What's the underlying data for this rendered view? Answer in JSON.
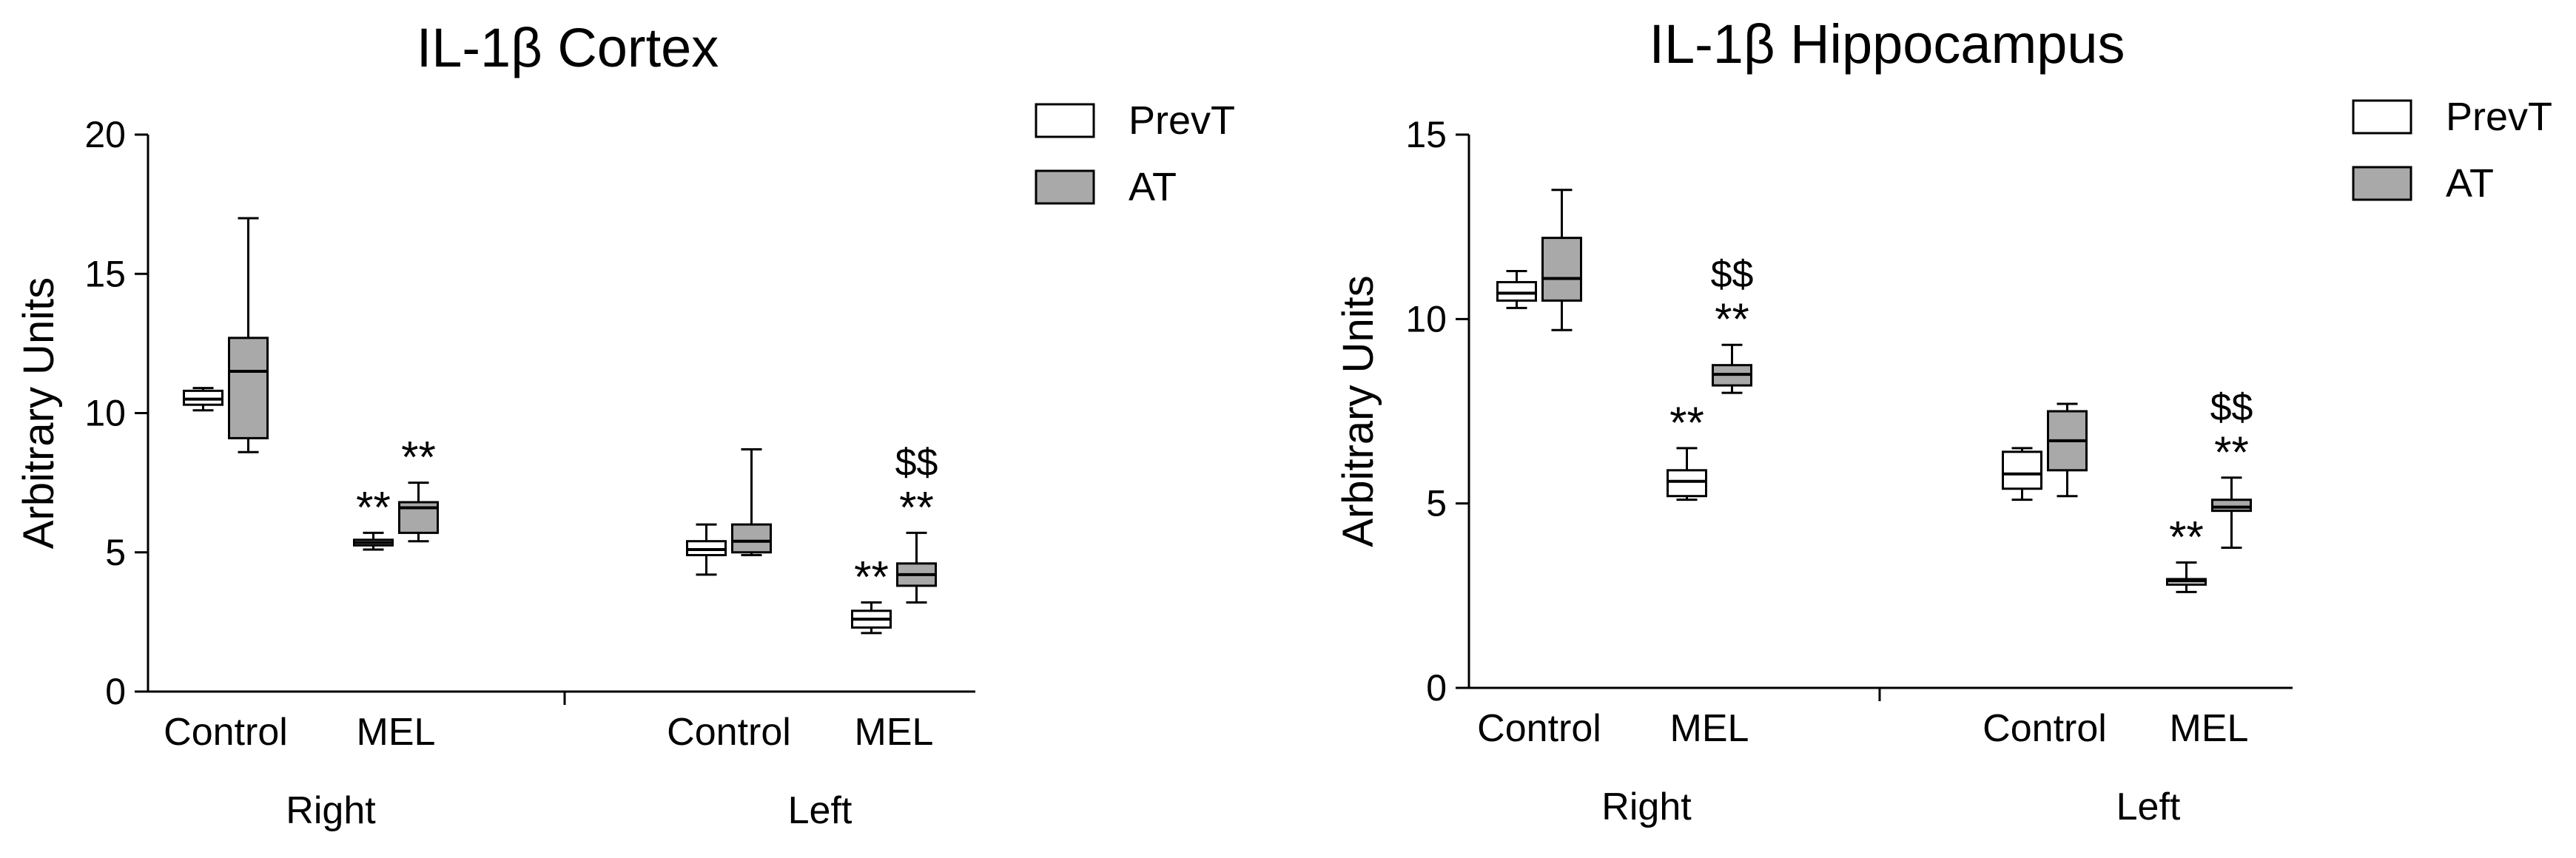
{
  "legend": [
    {
      "name": "PrevT",
      "color": "#ffffff"
    },
    {
      "name": "AT",
      "color": "#a9a9a9"
    }
  ],
  "colors": {
    "axis": "#000000",
    "prevt_fill": "#ffffff",
    "at_fill": "#a9a9a9"
  },
  "chart_data": [
    {
      "type": "box",
      "title": "IL-1β Cortex",
      "ylabel": "Arbitrary Units",
      "xlabel": "",
      "ylim": [
        0,
        20
      ],
      "yticks": [
        0,
        5,
        10,
        15,
        20
      ],
      "groups": [
        "Right",
        "Left"
      ],
      "categories": [
        "Control",
        "MEL",
        "Control",
        "MEL"
      ],
      "legend_position": "top-right",
      "series": [
        {
          "name": "PrevT",
          "boxes": [
            {
              "min": 10.1,
              "q1": 10.3,
              "median": 10.5,
              "q3": 10.8,
              "max": 10.9,
              "annotation": ""
            },
            {
              "min": 5.1,
              "q1": 5.25,
              "median": 5.35,
              "q3": 5.45,
              "max": 5.7,
              "annotation": "**"
            },
            {
              "min": 4.2,
              "q1": 4.9,
              "median": 5.1,
              "q3": 5.4,
              "max": 6.0,
              "annotation": ""
            },
            {
              "min": 2.1,
              "q1": 2.3,
              "median": 2.6,
              "q3": 2.9,
              "max": 3.2,
              "annotation": "**"
            }
          ]
        },
        {
          "name": "AT",
          "boxes": [
            {
              "min": 8.6,
              "q1": 9.1,
              "median": 11.5,
              "q3": 12.7,
              "max": 17.0,
              "annotation": ""
            },
            {
              "min": 5.4,
              "q1": 5.7,
              "median": 6.6,
              "q3": 6.8,
              "max": 7.5,
              "annotation": "**"
            },
            {
              "min": 4.9,
              "q1": 5.0,
              "median": 5.4,
              "q3": 6.0,
              "max": 8.7,
              "annotation": ""
            },
            {
              "min": 3.2,
              "q1": 3.8,
              "median": 4.2,
              "q3": 4.6,
              "max": 5.7,
              "annotation": "**",
              "annotation2": "$$"
            }
          ]
        }
      ]
    },
    {
      "type": "box",
      "title": "IL-1β Hippocampus",
      "ylabel": "Arbitrary Units",
      "xlabel": "",
      "ylim": [
        0,
        15
      ],
      "yticks": [
        0,
        5,
        10,
        15
      ],
      "groups": [
        "Right",
        "Left"
      ],
      "categories": [
        "Control",
        "MEL",
        "Control",
        "MEL"
      ],
      "legend_position": "top-right",
      "series": [
        {
          "name": "PrevT",
          "boxes": [
            {
              "min": 10.3,
              "q1": 10.5,
              "median": 10.7,
              "q3": 11.0,
              "max": 11.3,
              "annotation": ""
            },
            {
              "min": 5.1,
              "q1": 5.2,
              "median": 5.6,
              "q3": 5.9,
              "max": 6.5,
              "annotation": "**"
            },
            {
              "min": 5.1,
              "q1": 5.4,
              "median": 5.8,
              "q3": 6.4,
              "max": 6.5,
              "annotation": ""
            },
            {
              "min": 2.6,
              "q1": 2.8,
              "median": 2.9,
              "q3": 2.95,
              "max": 3.4,
              "annotation": "**"
            }
          ]
        },
        {
          "name": "AT",
          "boxes": [
            {
              "min": 9.7,
              "q1": 10.5,
              "median": 11.1,
              "q3": 12.2,
              "max": 13.5,
              "annotation": ""
            },
            {
              "min": 8.0,
              "q1": 8.2,
              "median": 8.5,
              "q3": 8.75,
              "max": 9.3,
              "annotation": "**",
              "annotation2": "$$"
            },
            {
              "min": 5.2,
              "q1": 5.9,
              "median": 6.7,
              "q3": 7.5,
              "max": 7.7,
              "annotation": ""
            },
            {
              "min": 3.8,
              "q1": 4.8,
              "median": 4.9,
              "q3": 5.1,
              "max": 5.7,
              "annotation": "**",
              "annotation2": "$$"
            }
          ]
        }
      ]
    }
  ]
}
